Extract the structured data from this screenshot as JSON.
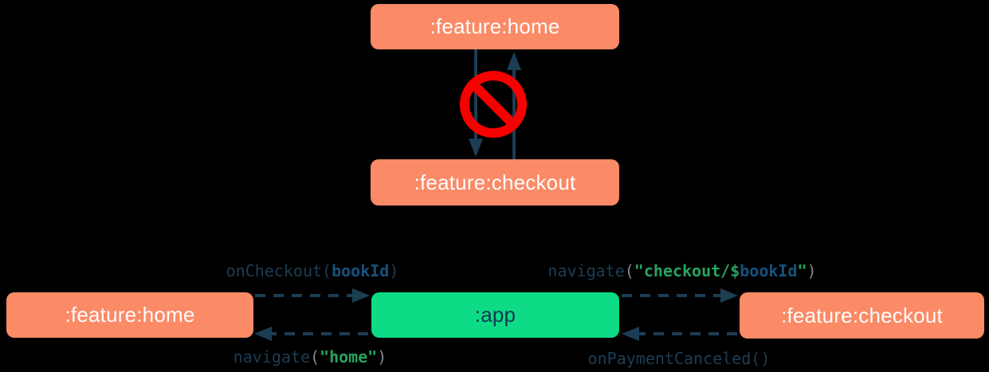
{
  "colors": {
    "background": "#000000",
    "feature_node_fill": "#fb8a67",
    "feature_node_text": "#fefcfb",
    "app_node_fill": "#0ddb86",
    "app_node_text": "#16374e",
    "arrow": "#1d3d54",
    "code_default": "#1d3d54",
    "code_string": "#27a35f",
    "code_variable": "#14527d",
    "code_paren": "#85878a",
    "forbidden_red": "#f70000"
  },
  "top_diagram": {
    "nodes": {
      "home": ":feature:home",
      "checkout": ":feature:checkout"
    },
    "arrows": [
      {
        "from": ":feature:home",
        "to": ":feature:checkout",
        "style": "solid"
      },
      {
        "from": ":feature:checkout",
        "to": ":feature:home",
        "style": "solid"
      }
    ],
    "forbidden_icon": "no-entry-icon",
    "meaning": "direct dependency between feature modules is forbidden"
  },
  "bottom_diagram": {
    "nodes": {
      "home": ":feature:home",
      "app": ":app",
      "checkout": ":feature:checkout"
    },
    "labels": {
      "on_checkout": {
        "from": ":feature:home",
        "to": ":app",
        "fn": "onCheckout",
        "open": "(",
        "arg": "bookId",
        "close": ")"
      },
      "navigate_home": {
        "from": ":app",
        "to": ":feature:home",
        "fn": "navigate",
        "open": "(",
        "str": "\"home\"",
        "close": ")"
      },
      "navigate_checkout": {
        "from": ":app",
        "to": ":feature:checkout",
        "fn": "navigate",
        "open": "(",
        "str_head": "\"checkout/",
        "sigil": "$",
        "var": "bookId",
        "str_tail": "\"",
        "close": ")"
      },
      "on_payment_canceled": {
        "from": ":feature:checkout",
        "to": ":app",
        "fn": "onPaymentCanceled",
        "parens": "()"
      }
    }
  }
}
